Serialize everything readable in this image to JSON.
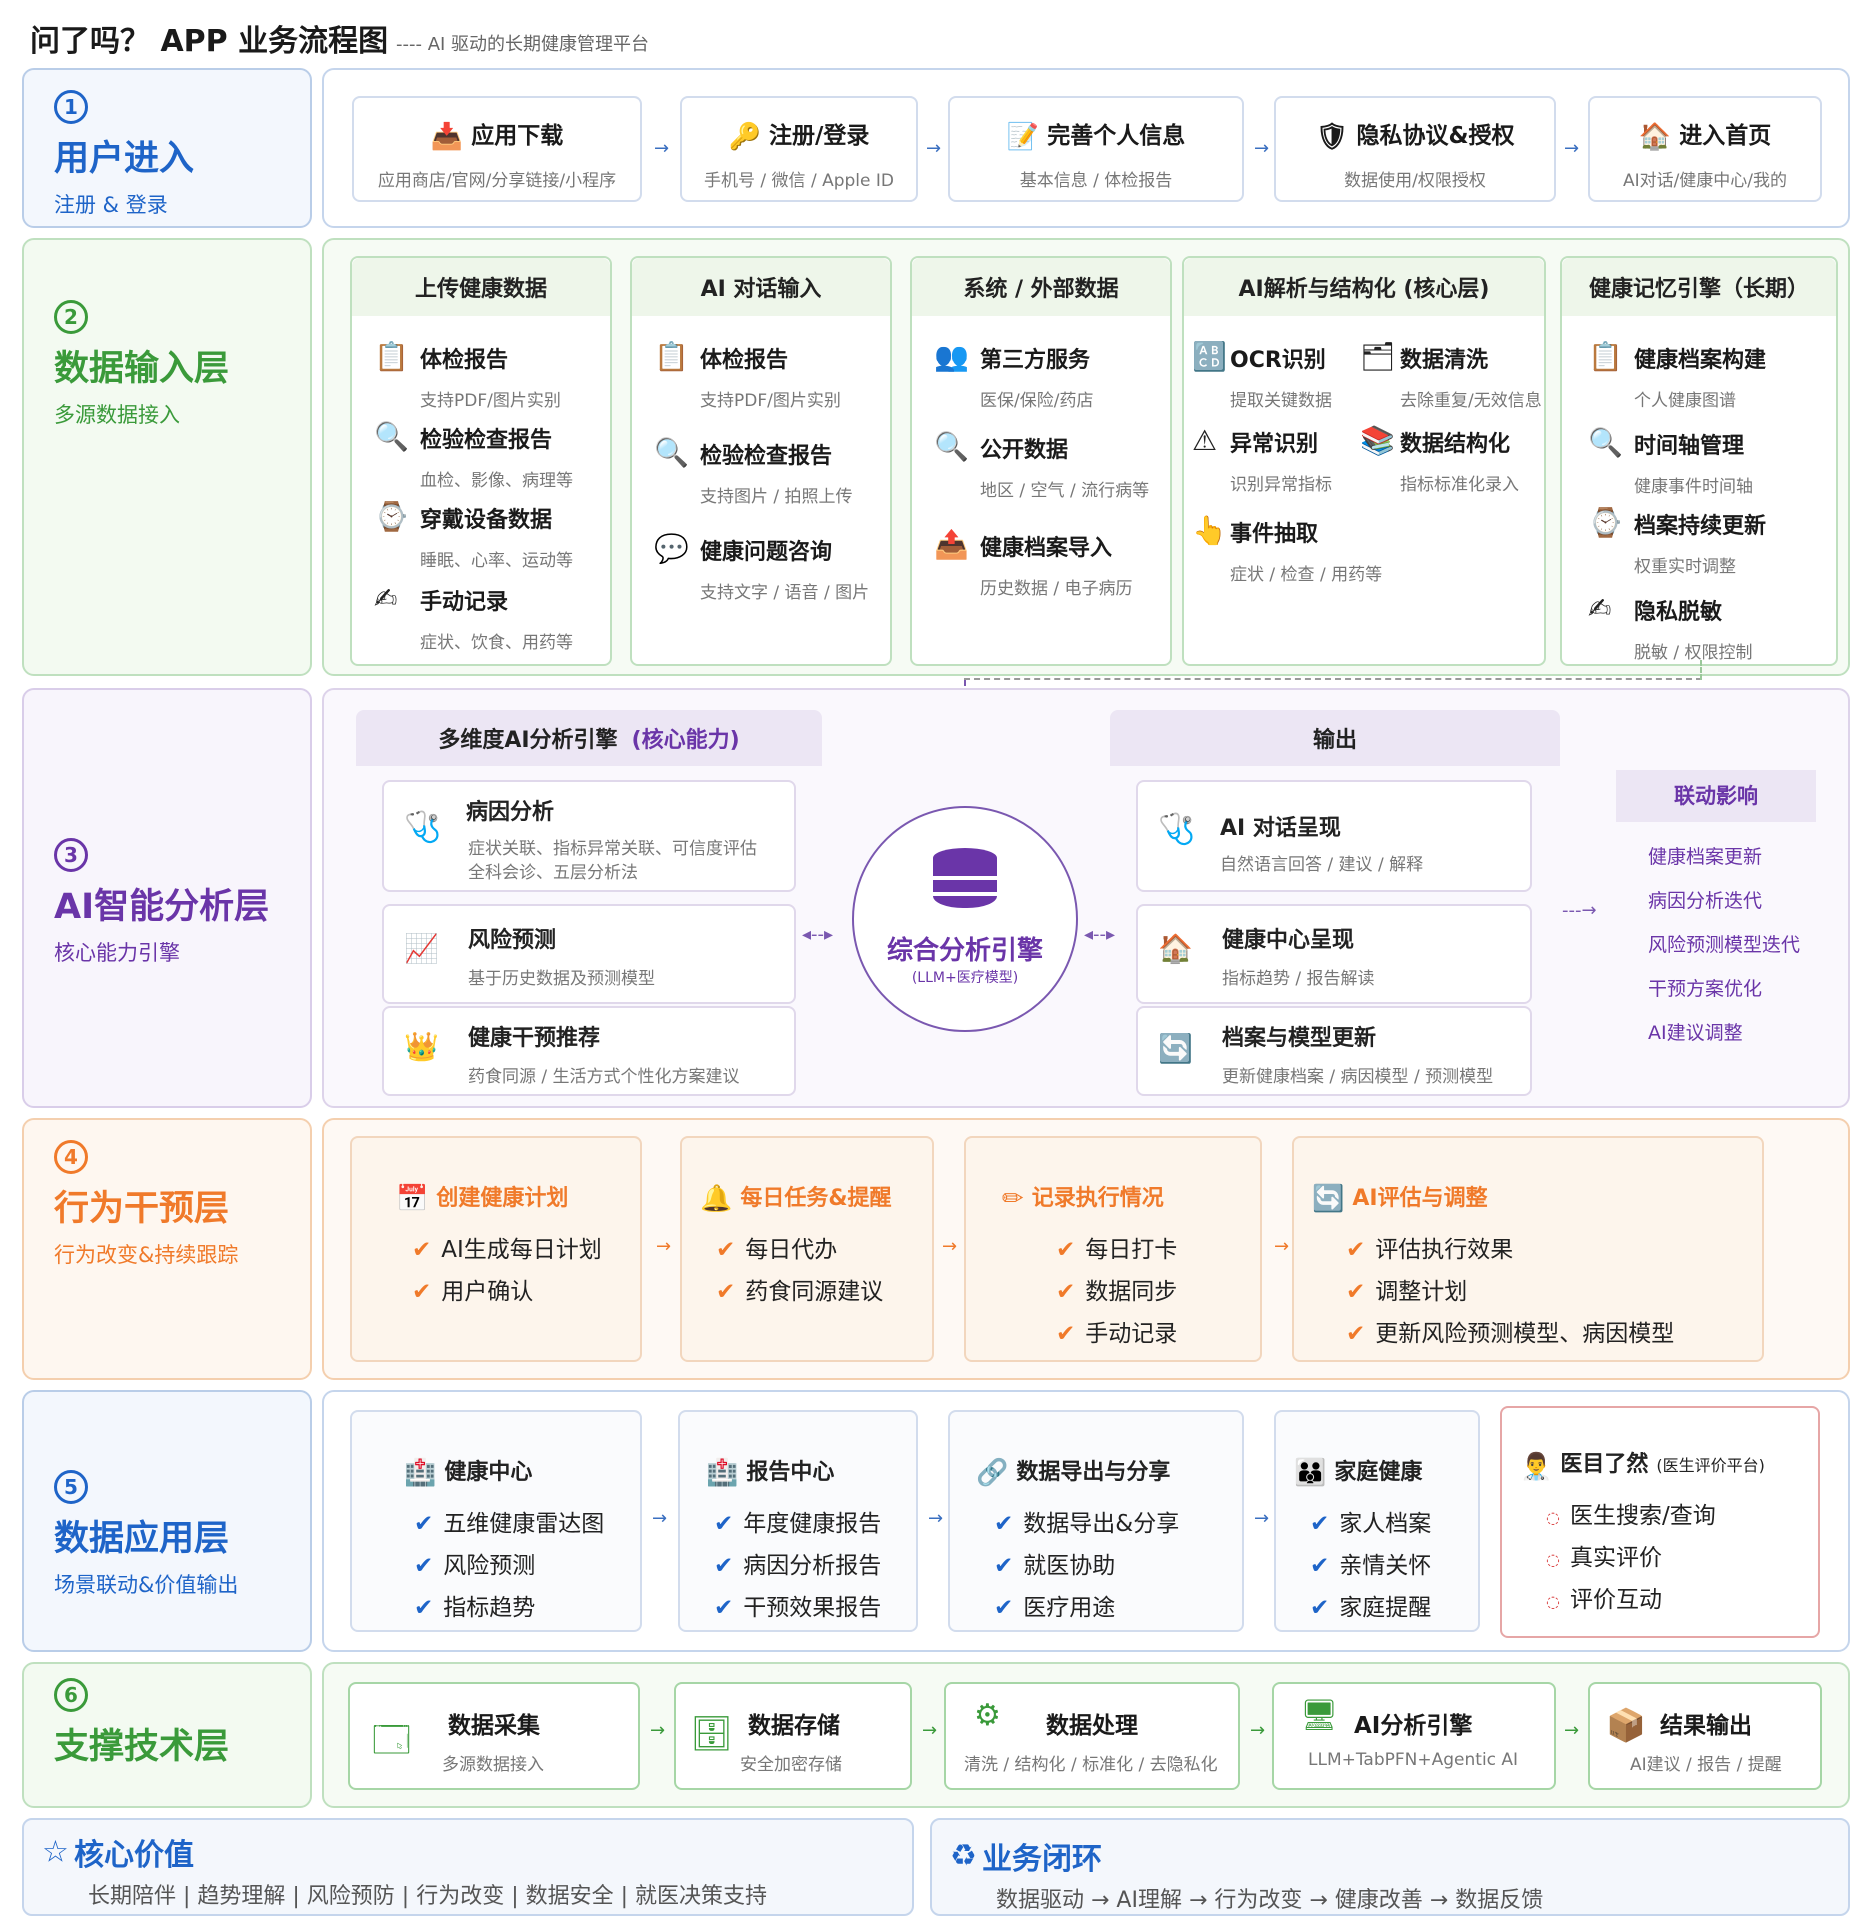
{
  "header": {
    "title": "问了吗？  APP 业务流程图",
    "subtitle": "---- AI 驱动的长期健康管理平台"
  },
  "layer1": {
    "num": "1",
    "title": "用户进入",
    "sub": "注册 & 登录",
    "steps": [
      {
        "icon": "📥",
        "title": "应用下载",
        "sub": "应用商店/官网/分享链接/小程序"
      },
      {
        "icon": "🔑",
        "title": "注册/登录",
        "sub": "手机号 / 微信 / Apple ID"
      },
      {
        "icon": "📝",
        "title": "完善个人信息",
        "sub": "基本信息 / 体检报告"
      },
      {
        "icon": "🛡",
        "title": "隐私协议&授权",
        "sub": "数据使用/权限授权"
      },
      {
        "icon": "🏠",
        "title": "进入首页",
        "sub": "AI对话/健康中心/我的"
      }
    ]
  },
  "layer2": {
    "num": "2",
    "title": "数据输入层",
    "sub": "多源数据接入",
    "g1": {
      "head": "上传健康数据",
      "items": [
        {
          "icon": "📋",
          "t": "体检报告",
          "s": "支持PDF/图片实别"
        },
        {
          "icon": "🔍",
          "t": "检验检查报告",
          "s": "血检、影像、病理等"
        },
        {
          "icon": "⌚",
          "t": "穿戴设备数据",
          "s": "睡眠、心率、运动等"
        },
        {
          "icon": "✍",
          "t": "手动记录",
          "s": "症状、饮食、用药等"
        }
      ]
    },
    "g2": {
      "head": "AI 对话输入",
      "items": [
        {
          "icon": "📋",
          "t": "体检报告",
          "s": "支持PDF/图片实别"
        },
        {
          "icon": "🔍",
          "t": "检验检查报告",
          "s": "支持图片 / 拍照上传"
        },
        {
          "icon": "💬",
          "t": "健康问题咨询",
          "s": "支持文字 / 语音 / 图片"
        }
      ]
    },
    "g3": {
      "head": "系统 / 外部数据",
      "items": [
        {
          "icon": "👥",
          "t": "第三方服务",
          "s": "医保/保险/药店"
        },
        {
          "icon": "🔍",
          "t": "公开数据",
          "s": "地区 / 空气 / 流行病等"
        },
        {
          "icon": "📤",
          "t": "健康档案导入",
          "s": "历史数据 / 电子病历"
        }
      ]
    },
    "g4": {
      "head": "AI解析与结构化 (核心层)",
      "items": [
        {
          "icon": "🔠",
          "t": "OCR识别",
          "s": "提取关键数据"
        },
        {
          "icon": "🗂",
          "t": "数据清洗",
          "s": "去除重复/无效信息"
        },
        {
          "icon": "⚠",
          "t": "异常识别",
          "s": "识别异常指标"
        },
        {
          "icon": "📚",
          "t": "数据结构化",
          "s": "指标标准化录入"
        },
        {
          "icon": "👆",
          "t": "事件抽取",
          "s": "症状 / 检查 / 用药等"
        }
      ]
    },
    "g5": {
      "head": "健康记忆引擎（长期）",
      "items": [
        {
          "icon": "📋",
          "t": "健康档案构建",
          "s": "个人健康图谱"
        },
        {
          "icon": "🔍",
          "t": "时间轴管理",
          "s": "健康事件时间轴"
        },
        {
          "icon": "⌚",
          "t": "档案持续更新",
          "s": "权重实时调整"
        },
        {
          "icon": "✍",
          "t": "隐私脱敏",
          "s": "脱敏 / 权限控制"
        }
      ]
    }
  },
  "layer3": {
    "num": "3",
    "title": "AI智能分析层",
    "sub": "核心能力引擎",
    "left_head": "多维度AI分析引擎",
    "left_head_em": "(核心能力)",
    "left": [
      {
        "icon": "🩺",
        "t": "病因分析",
        "s": "症状关联、指标异常关联、可信度评估",
        "s2": "全科会诊、五层分析法"
      },
      {
        "icon": "📈",
        "t": "风险预测",
        "s": "基于历史数据及预测模型",
        "s2": ""
      },
      {
        "icon": "👑",
        "t": "健康干预推荐",
        "s": "药食同源 / 生活方式个性化方案建议",
        "s2": ""
      }
    ],
    "center_title": "综合分析引擎",
    "center_sub": "(LLM+医疗模型)",
    "right_head": "输出",
    "right": [
      {
        "icon": "🩺",
        "t": "AI 对话呈现",
        "s": "自然语言回答 / 建议 / 解释"
      },
      {
        "icon": "🏠",
        "t": "健康中心呈现",
        "s": "指标趋势 / 报告解读"
      },
      {
        "icon": "🔄",
        "t": "档案与模型更新",
        "s": "更新健康档案 / 病因模型 / 预测模型"
      }
    ],
    "impact_head": "联动影响",
    "impact": [
      "健康档案更新",
      "病因分析迭代",
      "风险预测模型迭代",
      "干预方案优化",
      "AI建议调整"
    ]
  },
  "layer4": {
    "num": "4",
    "title": "行为干预层",
    "sub": "行为改变&持续跟踪",
    "steps": [
      {
        "icon": "📅",
        "t": "创建健康计划",
        "items": [
          "AI生成每日计划",
          "用户确认"
        ]
      },
      {
        "icon": "🔔",
        "t": "每日任务&提醒",
        "items": [
          "每日代办",
          "药食同源建议"
        ]
      },
      {
        "icon": "✏",
        "t": "记录执行情况",
        "items": [
          "每日打卡",
          "数据同步",
          "手动记录"
        ]
      },
      {
        "icon": "🔄",
        "t": "AI评估与调整",
        "items": [
          "评估执行效果",
          "调整计划",
          "更新风险预测模型、病因模型"
        ]
      }
    ]
  },
  "layer5": {
    "num": "5",
    "title": "数据应用层",
    "sub": "场景联动&价值输出",
    "steps": [
      {
        "icon": "🏥",
        "t": "健康中心",
        "items": [
          "五维健康雷达图",
          "风险预测",
          "指标趋势"
        ]
      },
      {
        "icon": "🏥",
        "t": "报告中心",
        "items": [
          "年度健康报告",
          "病因分析报告",
          "干预效果报告"
        ]
      },
      {
        "icon": "🔗",
        "t": "数据导出与分享",
        "items": [
          "数据导出&分享",
          "就医协助",
          "医疗用途"
        ]
      },
      {
        "icon": "👪",
        "t": "家庭健康",
        "items": [
          "家人档案",
          "亲情关怀",
          "家庭提醒"
        ]
      }
    ],
    "doctor": {
      "icon": "👨‍⚕️",
      "t": "医目了然",
      "tsub": "(医生评价平台)",
      "items": [
        "医生搜索/查询",
        "真实评价",
        "评价互动"
      ]
    }
  },
  "layer6": {
    "num": "6",
    "title": "支撑技术层",
    "steps": [
      {
        "icon": "🗔",
        "t": "数据采集",
        "s": "多源数据接入"
      },
      {
        "icon": "🗄",
        "t": "数据存储",
        "s": "安全加密存储"
      },
      {
        "icon": "⚙",
        "t": "数据处理",
        "s": "清洗 / 结构化 / 标准化 / 去隐私化"
      },
      {
        "icon": "🖥",
        "t": "AI分析引擎",
        "s": "LLM+TabPFN+Agentic AI"
      },
      {
        "icon": "📦",
        "t": "结果输出",
        "s": "AI建议 / 报告 / 提醒"
      }
    ]
  },
  "footer": {
    "core_title": "核心价值",
    "core_text": "长期陪伴 | 趋势理解 | 风险预防 | 行为改变 | 数据安全 | 就医决策支持",
    "loop_title": "业务闭环",
    "loop_text": "数据驱动 → AI理解 → 行为改变 → 健康改善 → 数据反馈"
  },
  "colors": {
    "blue": "#1e64c8",
    "green": "#3a9a3a",
    "purple": "#6a35a8",
    "orange": "#f07a2a",
    "red": "#d83838"
  }
}
